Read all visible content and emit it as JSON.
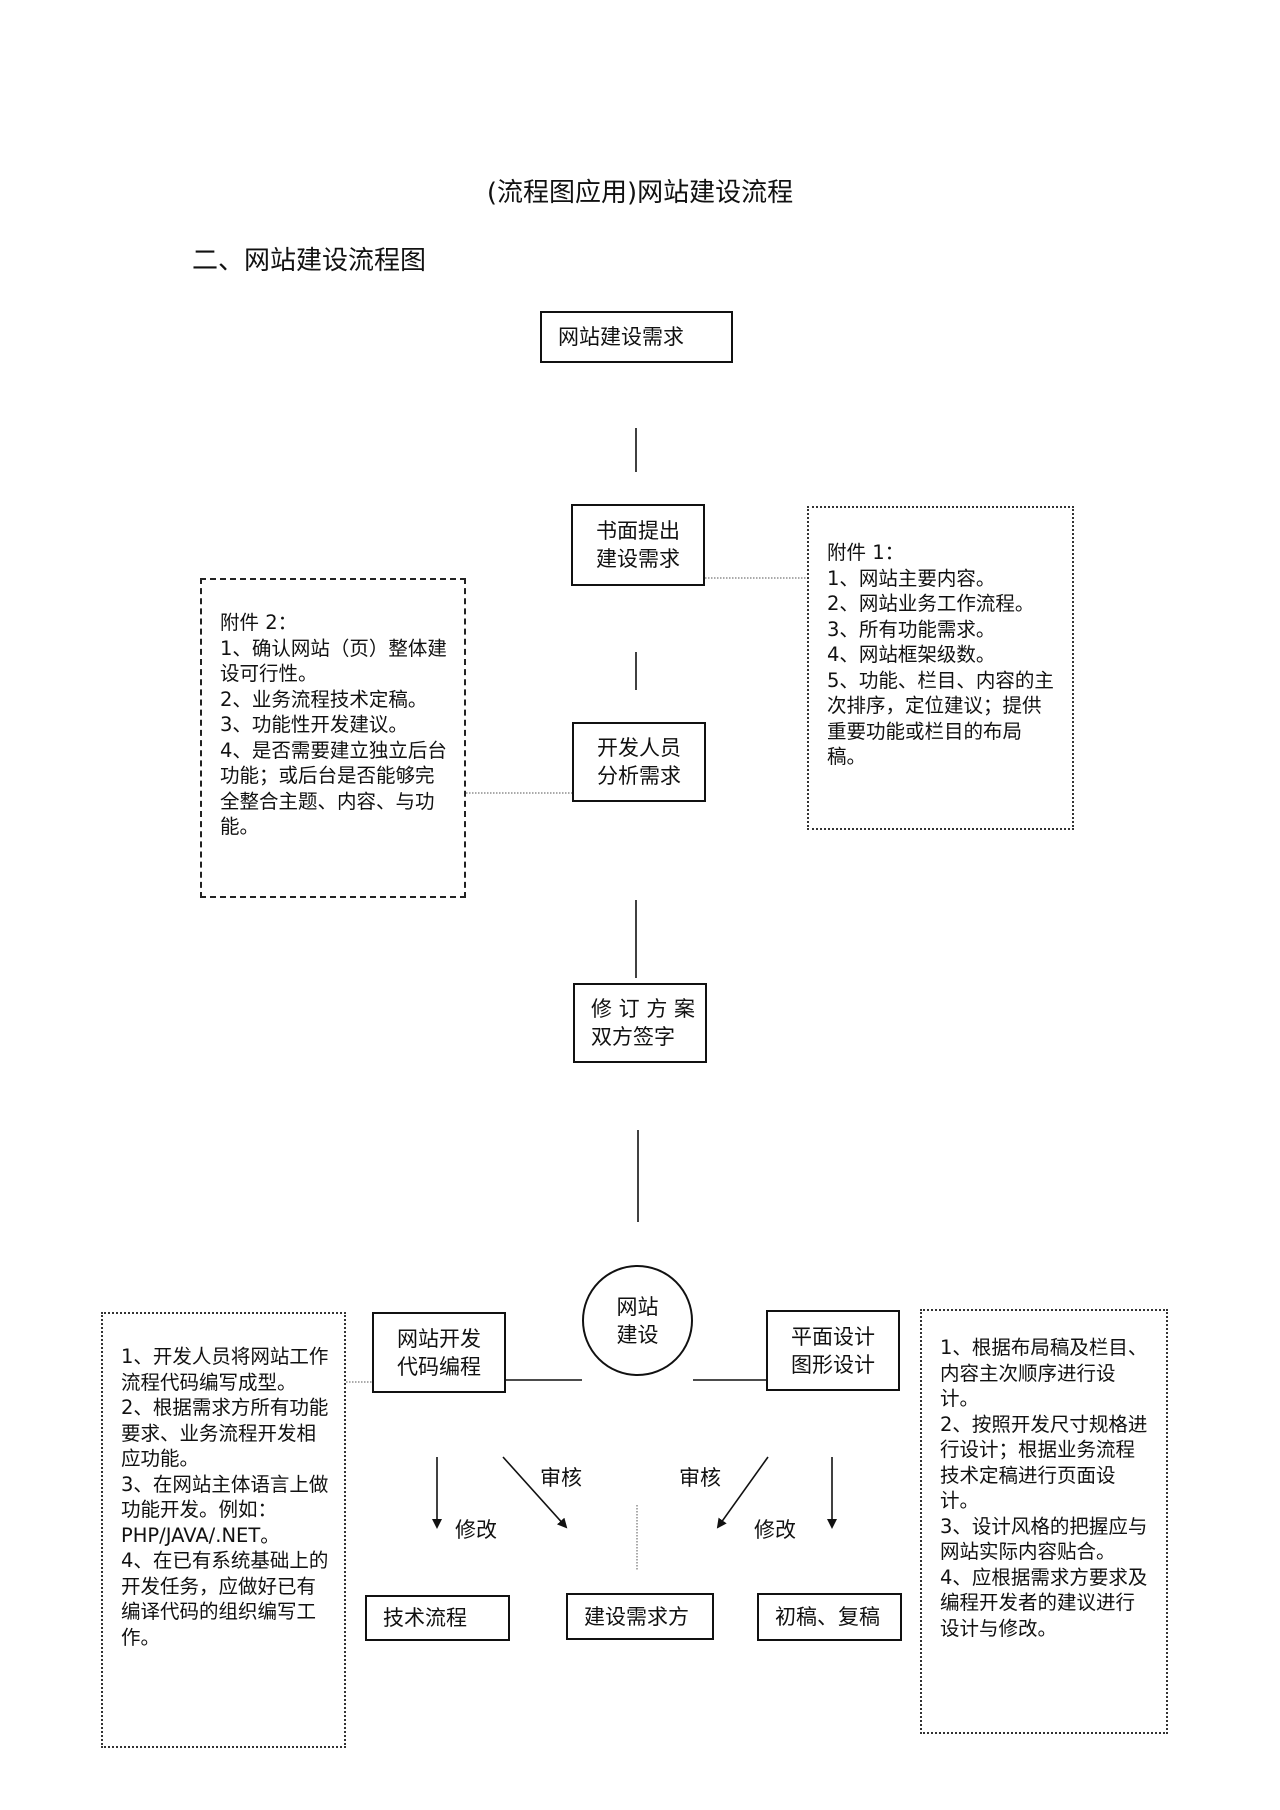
{
  "title": "(流程图应用)网站建设流程",
  "section": "二、网站建设流程图",
  "nodes": {
    "requirement": "网站建设需求",
    "written_line1": "书面提出",
    "written_line2": "建设需求",
    "analysis_line1": "开发人员",
    "analysis_line2": "分析需求",
    "revise_line1": "修 订 方 案",
    "revise_line2": "双方签字",
    "build_line1": "网站",
    "build_line2": "建设",
    "dev_line1": "网站开发",
    "dev_line2": "代码编程",
    "design_line1": "平面设计",
    "design_line2": "图形设计",
    "tech_flow": "技术流程",
    "client": "建设需求方",
    "drafts": "初稿、复稿"
  },
  "labels": {
    "review_left": "审核",
    "review_right": "审核",
    "modify_left": "修改",
    "modify_right": "修改"
  },
  "notes": {
    "attachment1": "附件 1：\n1、网站主要内容。\n2、网站业务工作流程。\n3、所有功能需求。\n4、网站框架级数。\n5、功能、栏目、内容的主次排序，定位建议；提供重要功能或栏目的布局稿。",
    "attachment2": "附件 2：\n1、确认网站（页）整体建设可行性。\n2、业务流程技术定稿。\n3、功能性开发建议。\n4、是否需要建立独立后台功能；或后台是否能够完全整合主题、内容、与功能。",
    "dev_notes": "1、开发人员将网站工作流程代码编写成型。\n2、根据需求方所有功能要求、业务流程开发相应功能。\n3、在网站主体语言上做功能开发。例如：PHP/JAVA/.NET。\n4、在已有系统基础上的开发任务，应做好已有编译代码的组织编写工作。",
    "design_notes": "1、根据布局稿及栏目、内容主次顺序进行设计。\n2、按照开发尺寸规格进行设计；根据业务流程技术定稿进行页面设计。\n3、设计风格的把握应与网站实际内容贴合。\n4、应根据需求方要求及编程开发者的建议进行设计与修改。"
  }
}
